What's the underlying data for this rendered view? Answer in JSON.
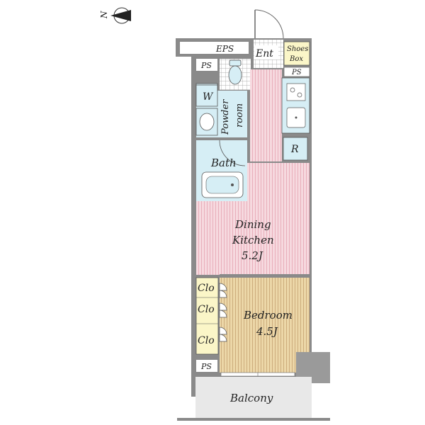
{
  "compass": {
    "label": "N"
  },
  "rooms": {
    "eps": "EPS",
    "ps_top": "PS",
    "ps_kitchen": "PS",
    "ps_bottom": "PS",
    "entrance": "Ent",
    "shoes_box_line1": "Shoes",
    "shoes_box_line2": "Box",
    "washer": "W",
    "powder_line1": "Powder",
    "powder_line2": "room",
    "refrigerator": "R",
    "bath": "Bath",
    "dining_line1": "Dining",
    "dining_line2": "Kitchen",
    "dining_size": "5.2J",
    "closet_1": "Clo",
    "closet_2": "Clo",
    "closet_3": "Clo",
    "bedroom": "Bedroom",
    "bedroom_size": "4.5J",
    "balcony": "Balcony"
  },
  "colors": {
    "wall": "#8a8a8a",
    "pink_floor": "#f6d9df",
    "pink_stripe": "#e7a9b6",
    "wood_floor": "#ecd7a8",
    "wood_stripe": "#c9a877",
    "wet_area": "#d6eef5",
    "closet": "#fbf6c8",
    "balcony": "#e8e8e8",
    "pillar": "#9a9a9a"
  }
}
